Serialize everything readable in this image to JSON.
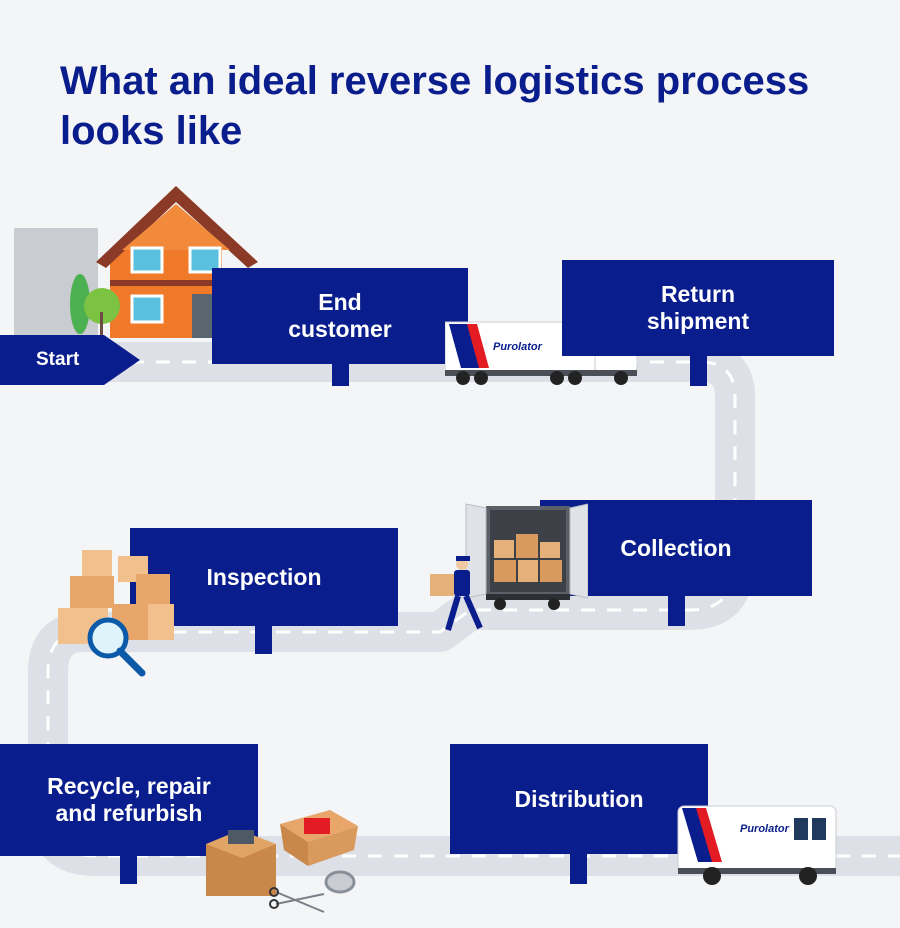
{
  "title": "What an ideal reverse logistics process looks like",
  "start_label": "Start",
  "brand": "Purolator",
  "steps": {
    "end_customer": "End customer",
    "return_shipment": "Return shipment",
    "collection": "Collection",
    "inspection": "Inspection",
    "recycle": "Recycle, repair and refurbish",
    "distribution": "Distribution"
  },
  "colors": {
    "navy": "#0a1d8c",
    "road": "#dde0e6",
    "red": "#e31b23",
    "background": "#f4f5f6"
  }
}
